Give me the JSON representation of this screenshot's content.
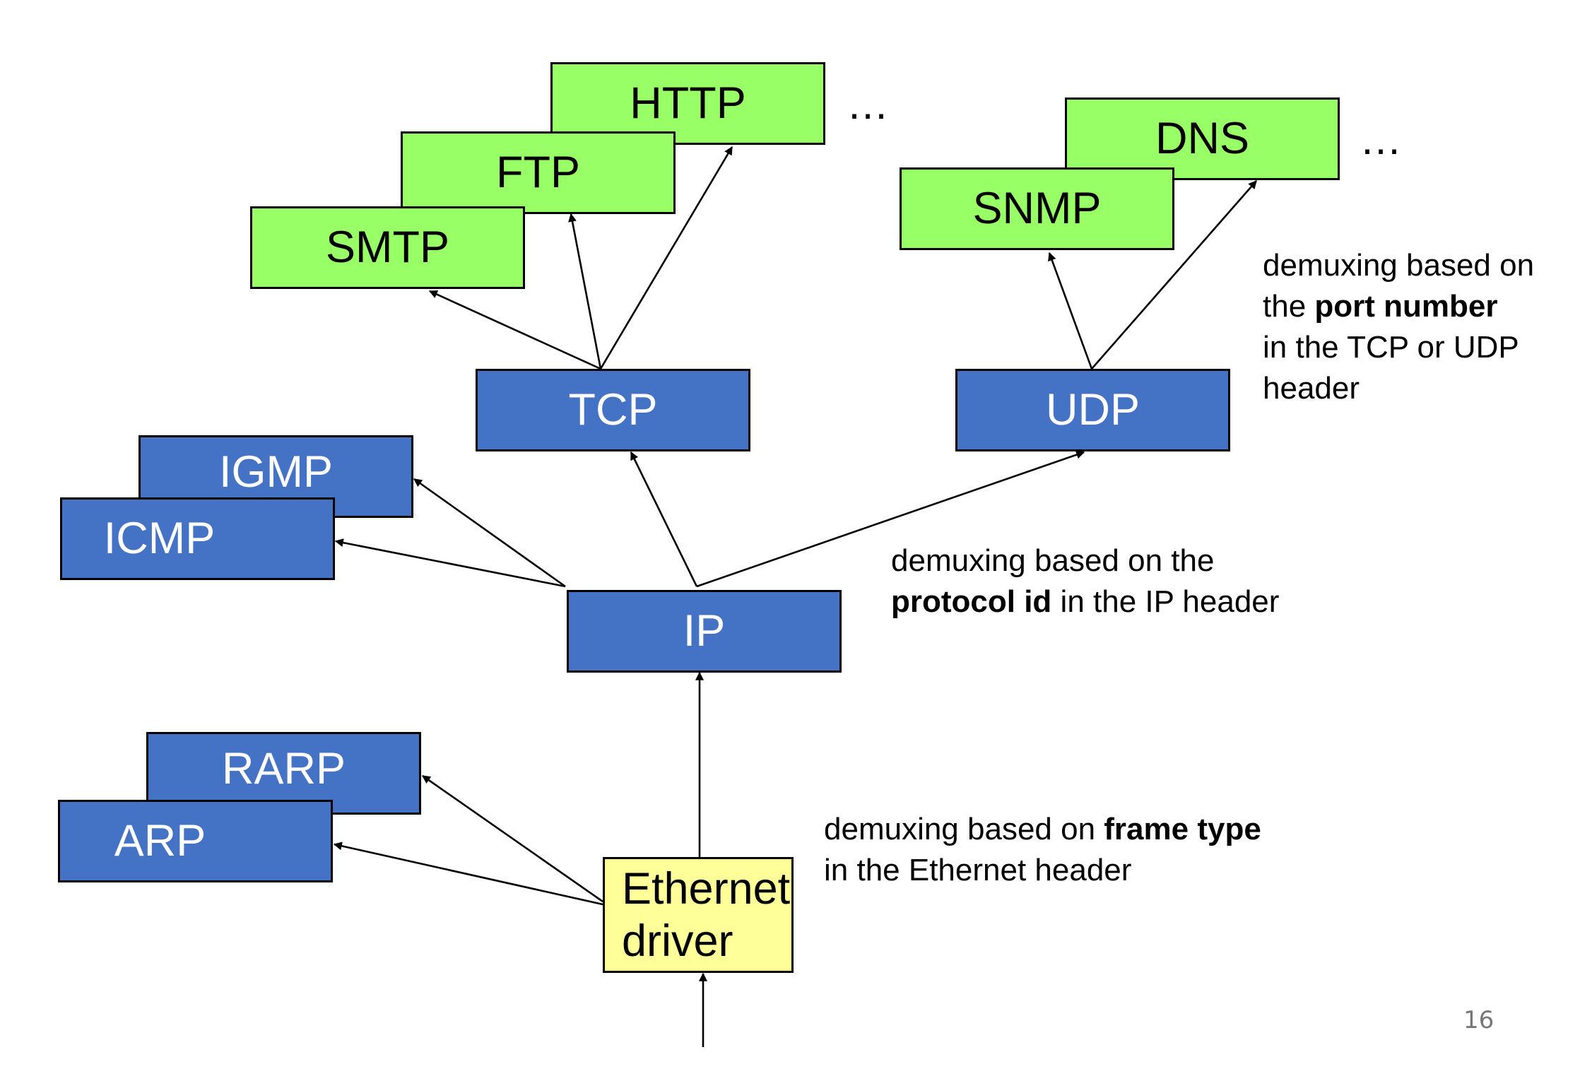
{
  "boxes": {
    "http": "HTTP",
    "ftp": "FTP",
    "smtp": "SMTP",
    "dns": "DNS",
    "snmp": "SNMP",
    "tcp": "TCP",
    "udp": "UDP",
    "igmp": "IGMP",
    "icmp": "ICMP",
    "ip": "IP",
    "rarp": "RARP",
    "arp": "ARP",
    "ethernet_line1": "Ethernet",
    "ethernet_line2": "driver"
  },
  "ellipsis_tcp_apps": "…",
  "ellipsis_udp_apps": "…",
  "notes": {
    "port": {
      "line1": "demuxing based on",
      "line2_pre": "the ",
      "line2_bold": "port number",
      "line3": "in the TCP or UDP",
      "line4": "header"
    },
    "protocol": {
      "line1": "demuxing based on the",
      "line2_bold": "protocol id",
      "line2_post": " in the IP header"
    },
    "frame": {
      "line1_pre": "demuxing based on ",
      "line1_bold": "frame type",
      "line2": "in the Ethernet header"
    }
  },
  "page_number": "16",
  "colors": {
    "application_box": "#99ff66",
    "protocol_box": "#4472c4",
    "driver_box": "#ffff99",
    "arrow": "#000000"
  }
}
